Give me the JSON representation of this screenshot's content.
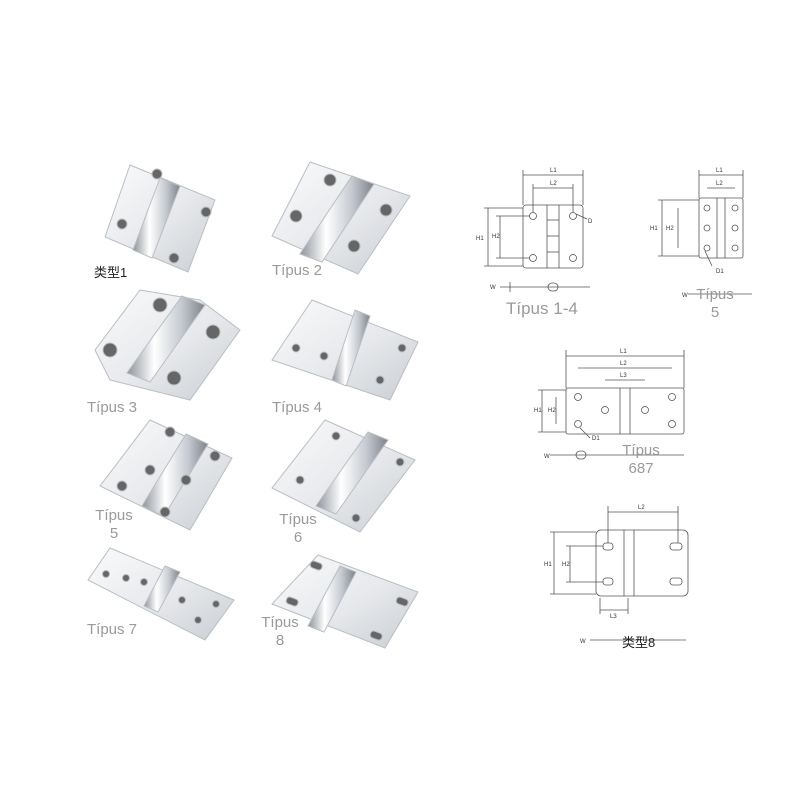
{
  "products": [
    {
      "label": "类型1"
    },
    {
      "label": "Típus 2"
    },
    {
      "label": "Típus 3"
    },
    {
      "label": "Típus 4"
    },
    {
      "label_line1": "Típus",
      "label_line2": "5"
    },
    {
      "label_line1": "Típus",
      "label_line2": "6"
    },
    {
      "label": "Típus 7"
    },
    {
      "label_line1": "Típus",
      "label_line2": "8"
    }
  ],
  "diagrams": {
    "d14": {
      "label": "Típus 1-4",
      "dims": {
        "l1": "L1",
        "l2": "L2",
        "h1": "H1",
        "h2": "H2",
        "d": "D",
        "w": "W"
      }
    },
    "d5": {
      "label_line1": "Típus",
      "label_line2": "5",
      "dims": {
        "l1": "L1",
        "l2": "L2",
        "h1": "H1",
        "h2": "H2",
        "d1": "D1",
        "w": "W"
      }
    },
    "d67": {
      "label_line1": "Típus",
      "label_line2": "687",
      "dims": {
        "l1": "L1",
        "l2": "L2",
        "l3": "L3",
        "h1": "H1",
        "h2": "H2",
        "d1": "D1",
        "w": "W"
      }
    },
    "d8": {
      "label": "类型8",
      "dims": {
        "l2": "L2",
        "l3": "L3",
        "h1": "H1",
        "h2": "H2",
        "w": "W"
      }
    }
  },
  "colors": {
    "metal_light": "#f2f3f5",
    "metal_dark": "#9aa0a6",
    "line": "#555555",
    "label": "#9a9a9a"
  }
}
